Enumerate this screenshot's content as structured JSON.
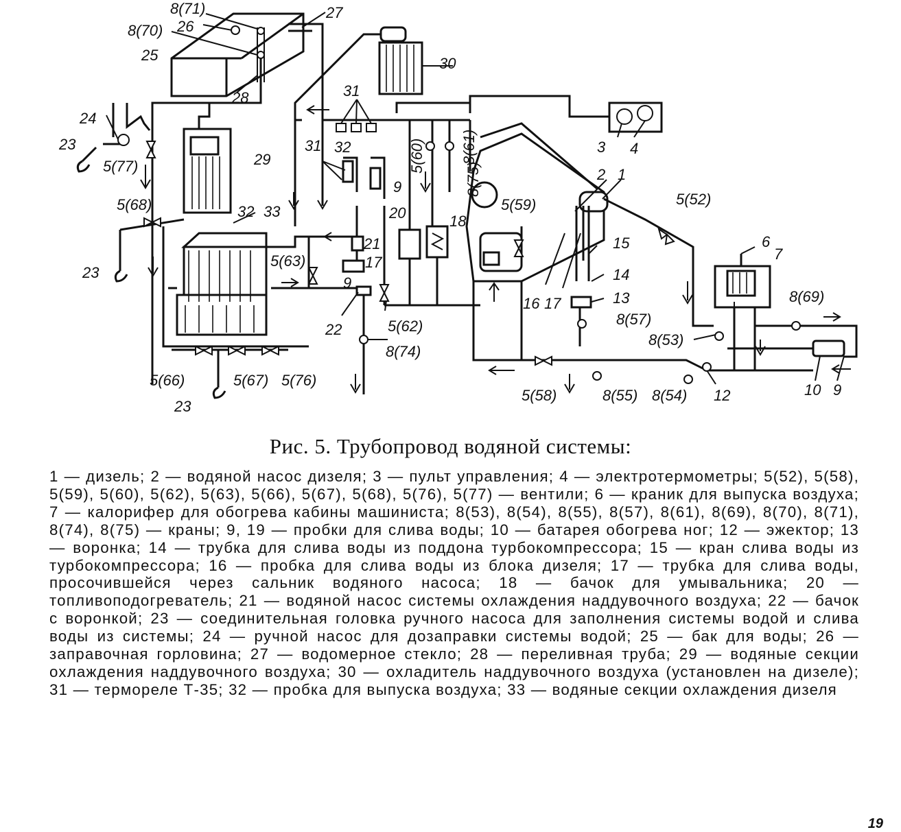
{
  "figure": {
    "caption": "Рис. 5. Трубопровод водяной системы:",
    "legend": "1 — дизель; 2 — водяной насос дизеля; 3 — пульт управления; 4 — электротермометры; 5(52), 5(58), 5(59), 5(60), 5(62), 5(63), 5(66), 5(67), 5(68), 5(76), 5(77) — вентили; 6 — краник для выпуска воздуха; 7 — калорифер для обогрева кабины машиниста; 8(53), 8(54), 8(55), 8(57), 8(61), 8(69), 8(70), 8(71), 8(74), 8(75) — краны; 9, 19 — пробки для слива воды; 10 — батарея обогрева ног; 12 — эжектор; 13 — воронка; 14 — трубка для слива воды из поддона турбокомпрессора; 15 — кран слива воды из турбокомпрессора; 16 — пробка для слива воды из блока дизеля; 17 — трубка для слива воды, просочившейся через сальник водяного насоса; 18 — бачок для умывальника; 20 — топливоподогреватель; 21 — водяной насос системы охлаждения наддувочного воздуха; 22 — бачок с воронкой; 23 — соединительная головка ручного насоса для заполнения системы водой и слива воды из системы; 24 — ручной насос для дозаправки системы водой; 25 — бак для воды; 26 — заправочная горловина; 27 — водомерное стекло; 28 — переливная труба; 29 — водяные секции охлаждения наддувочного воздуха; 30 — охладитель наддувочного воздуха (установлен на дизеле); 31 — термореле Т-35; 32 — пробка для выпуска воздуха; 33 — водяные секции охлаждения дизеля",
    "page_number": "19"
  },
  "labels": {
    "l_8_71": "8(71)",
    "l_27": "27",
    "l_8_70": "8(70)",
    "l_26": "26",
    "l_25": "25",
    "l_28": "28",
    "l_30": "30",
    "l_31a": "31",
    "l_31b": "31",
    "l_32a": "32",
    "l_24": "24",
    "l_23a": "23",
    "l_5_77": "5(77)",
    "l_29": "29",
    "l_5_68": "5(68)",
    "l_32b": "32",
    "l_33": "33",
    "l_23b": "23",
    "l_5_63": "5(63)",
    "l_21": "21",
    "l_17a": "17",
    "l_9a": "9",
    "l_22": "22",
    "l_5_62": "5(62)",
    "l_8_74": "8(74)",
    "l_9b": "9",
    "l_5_60": "5(60)",
    "l_20": "20",
    "l_18": "18",
    "l_8_75": "8(75)",
    "l_8_61": "8(61)",
    "l_5_59": "5(59)",
    "l_3": "3",
    "l_4": "4",
    "l_2": "2",
    "l_1": "1",
    "l_5_52": "5(52)",
    "l_15": "15",
    "l_14": "14",
    "l_13": "13",
    "l_16": "16",
    "l_17b": "17",
    "l_8_57": "8(57)",
    "l_6": "6",
    "l_7": "7",
    "l_8_69": "8(69)",
    "l_8_53": "8(53)",
    "l_5_66": "5(66)",
    "l_5_67": "5(67)",
    "l_5_76": "5(76)",
    "l_23c": "23",
    "l_5_58": "5(58)",
    "l_8_55": "8(55)",
    "l_8_54": "8(54)",
    "l_12": "12",
    "l_10": "10",
    "l_9c": "9"
  }
}
